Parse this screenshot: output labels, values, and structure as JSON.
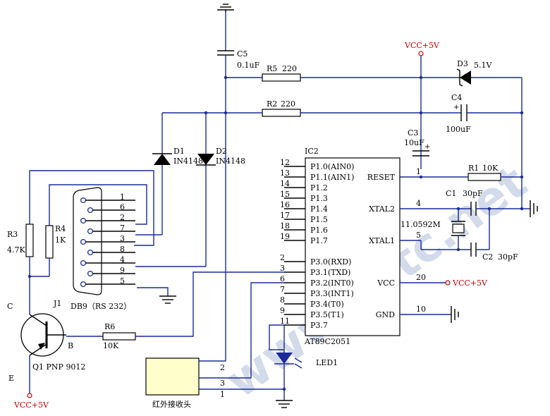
{
  "watermark": "www.cetc.net",
  "labels": {
    "c5": "C5",
    "c5_val": "0.1uF",
    "vcc_top": "VCC+5V",
    "r5": "R5",
    "r5_val": "220",
    "d3": "D3",
    "d3_val": "5.1V",
    "c4": "C4",
    "c4_val": "100uF",
    "r2": "R2",
    "r2_val": "220",
    "c3": "C3",
    "c3_val": "10uF",
    "d1": "D1",
    "d1_val": "IN4148",
    "d2": "D2",
    "d2_val": "IN4148",
    "ic2": "IC2",
    "r1": "R1",
    "r1_val": "10K",
    "c1": "C1",
    "c1_val": "30pF",
    "crystal": "11.0592M",
    "c2": "C2",
    "c2_val": "30pF",
    "r3": "R3",
    "r3_val": "4.7K",
    "r4": "R4",
    "r4_val": "1K",
    "db9": "DB9（RS 232）",
    "j1": "J1",
    "q1_c": "C",
    "q1_b": "B",
    "q1_e": "E",
    "q1": "Q1 PNP 9012",
    "vcc_bottom": "VCC+5V",
    "r6": "R6",
    "r6_val": "10K",
    "vcc_right": "VCC+5V",
    "led1": "LED1",
    "ir_receiver": "红外接收头",
    "ir_pin_2": "2",
    "ir_pin_3": "3",
    "ir_pin_1": "1",
    "pin_1_reset": "1",
    "pin_4": "4",
    "pin_5": "5",
    "pin_20": "20",
    "pin_10": "10",
    "ic_name": "AT89C2051"
  },
  "db9_pins": [
    "1",
    "6",
    "2",
    "7",
    "3",
    "8",
    "4",
    "9",
    "5"
  ],
  "ic_left_pins": [
    {
      "num": "12",
      "label": "P1.0(AIN0)"
    },
    {
      "num": "13",
      "label": "P1.1(AIN1)"
    },
    {
      "num": "14",
      "label": "P1.2"
    },
    {
      "num": "15",
      "label": "P1.3"
    },
    {
      "num": "16",
      "label": "P1.4"
    },
    {
      "num": "17",
      "label": "P1.5"
    },
    {
      "num": "18",
      "label": "P1.6"
    },
    {
      "num": "19",
      "label": "P1.7"
    },
    {
      "num": "2",
      "label": "P3.0(RXD)"
    },
    {
      "num": "3",
      "label": "P3.1(TXD)"
    },
    {
      "num": "6",
      "label": "P3.2(INT0)"
    },
    {
      "num": "7",
      "label": "P3.3(INT1)"
    },
    {
      "num": "8",
      "label": "P3.4(T0)"
    },
    {
      "num": "9",
      "label": "P3.5(T1)"
    },
    {
      "num": "11",
      "label": "P3.7"
    }
  ],
  "ic_right_pins": [
    {
      "label": "RESET"
    },
    {
      "label": "XTAL2"
    },
    {
      "label": "XTAL1"
    },
    {
      "label": "VCC"
    },
    {
      "label": "GND"
    }
  ]
}
